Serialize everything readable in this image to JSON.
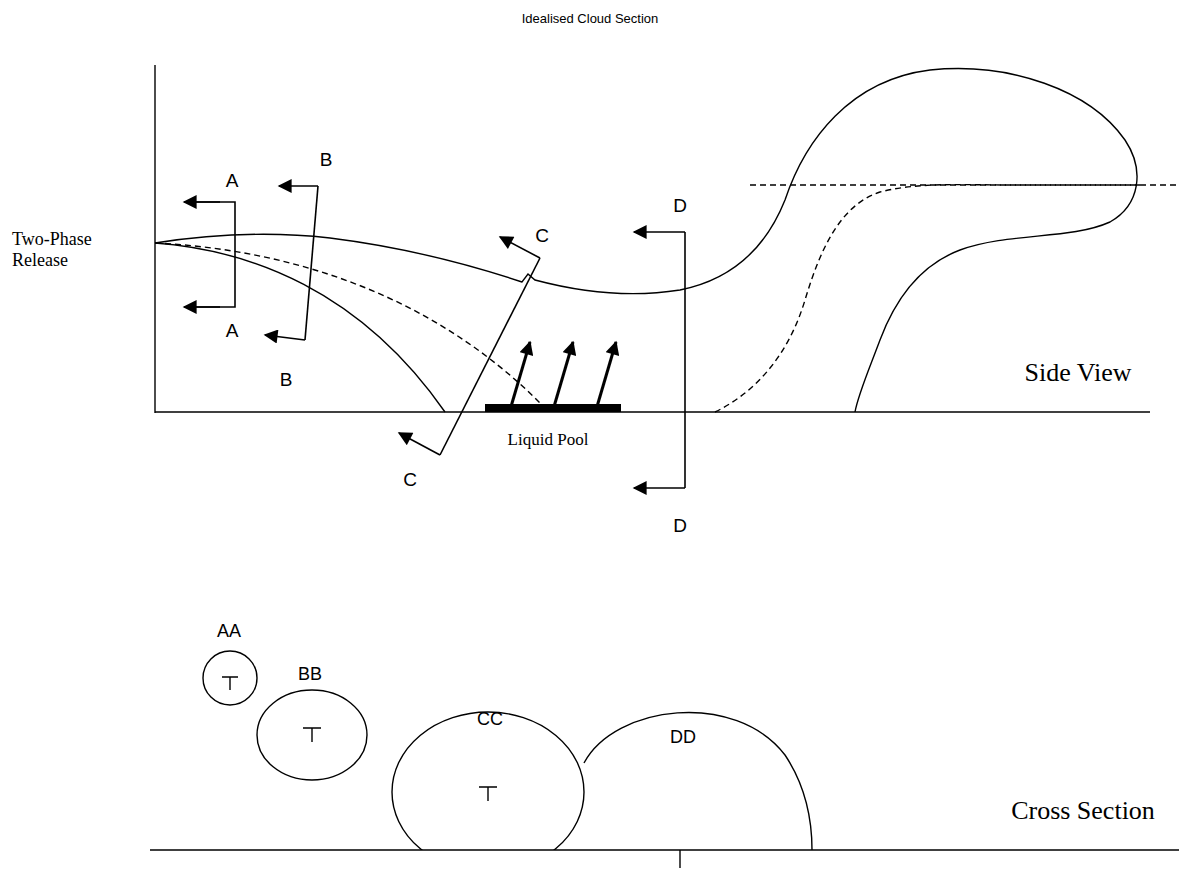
{
  "diagram": {
    "title": "Idealised Cloud Section",
    "labels": [
      "Two-Phase Release",
      "A",
      "A",
      "B",
      "B",
      "C",
      "C",
      "D",
      "D",
      "Liquid Pool",
      "Side View",
      "AA",
      "BB",
      "CC",
      "DD",
      "Cross Section"
    ]
  }
}
